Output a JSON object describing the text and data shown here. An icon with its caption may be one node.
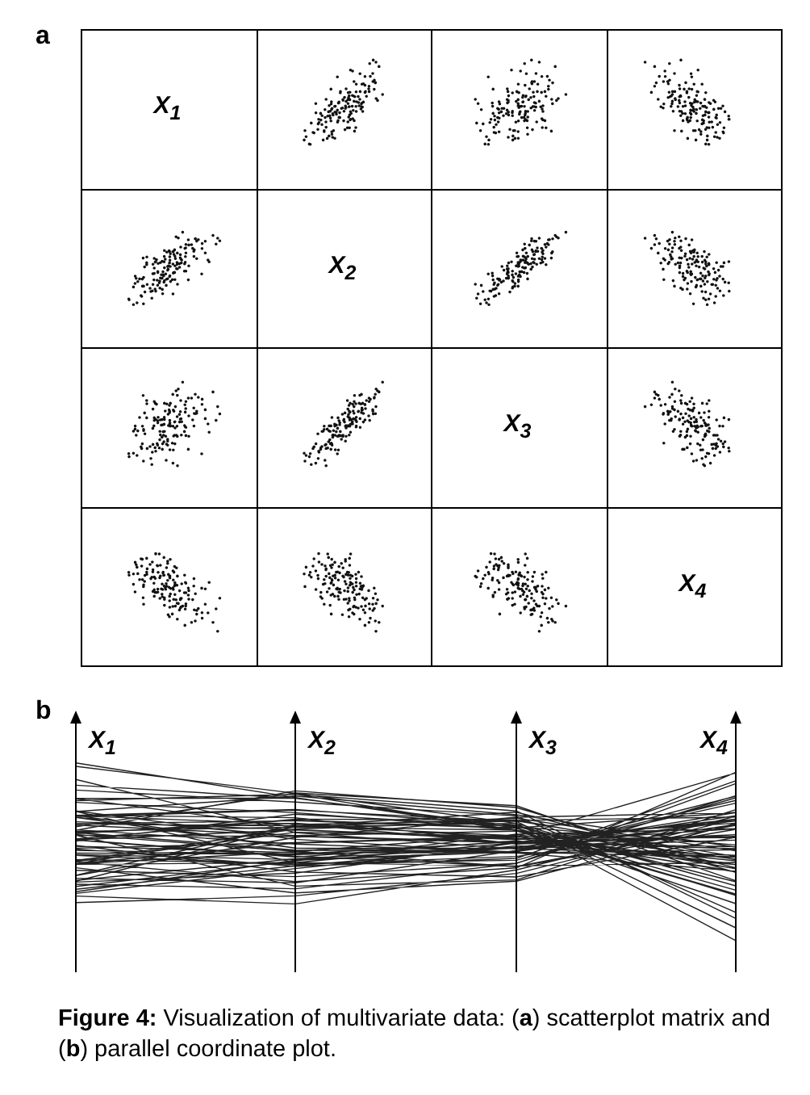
{
  "diagram": {
    "caption": "**Figure 4:** Visualization of multivariate data: (**a**) scatterplot matrix and (**b**) parallel coordinate plot.",
    "labels": [
      "a",
      "X$_{1}$",
      "X$_{2}$",
      "X$_{3}$",
      "X$_{4}$",
      "b",
      "X$_{1}$",
      "X$_{2}$",
      "X$_{3}$",
      "X$_{4}$"
    ]
  }
}
